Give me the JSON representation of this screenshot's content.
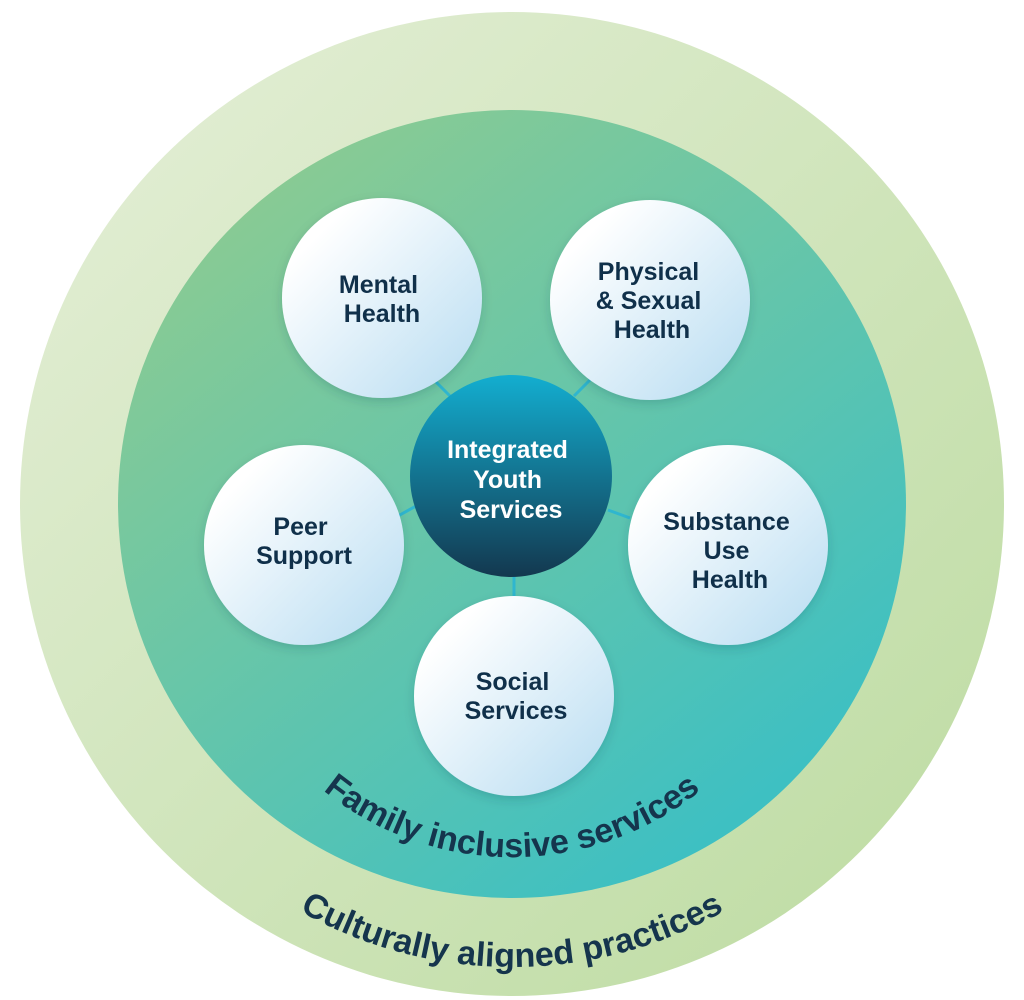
{
  "diagram": {
    "outer_ring_label": "Culturally aligned practices",
    "inner_ring_label": "Family inclusive services",
    "center": {
      "lines": [
        "Integrated",
        "Youth",
        "Services"
      ]
    },
    "nodes": [
      {
        "id": "mental-health",
        "lines": [
          "Mental",
          "Health"
        ]
      },
      {
        "id": "physical-sexual-health",
        "lines": [
          "Physical",
          "& Sexual",
          "Health"
        ]
      },
      {
        "id": "substance-use-health",
        "lines": [
          "Substance",
          "Use",
          "Health"
        ]
      },
      {
        "id": "social-services",
        "lines": [
          "Social",
          "Services"
        ]
      },
      {
        "id": "peer-support",
        "lines": [
          "Peer",
          "Support"
        ]
      }
    ],
    "colors": {
      "outer_ring_light": "#e5efd8",
      "outer_ring_dark": "#bcdba0",
      "inner_ring_green": "#8dcb91",
      "inner_ring_teal": "#38bfc6",
      "center_top": "#13aed0",
      "center_bottom": "#13384f",
      "node_white": "#ffffff",
      "node_blue": "#bfe0f3",
      "text_dark": "#10304a",
      "connector": "#2fb6cf"
    }
  }
}
